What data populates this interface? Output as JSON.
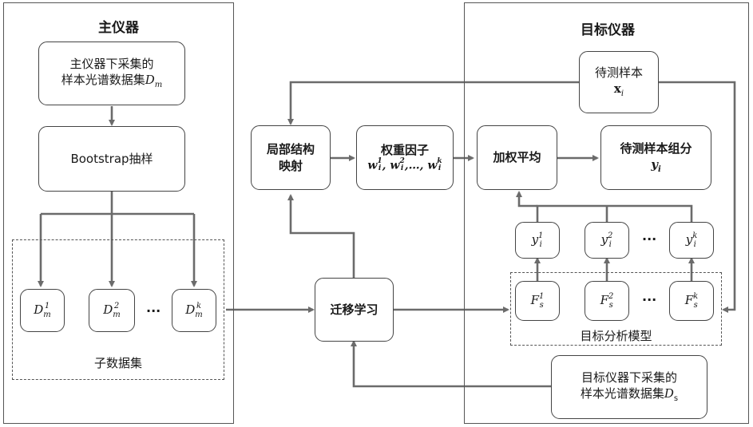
{
  "main_instrument": {
    "title": "主仪器",
    "dataset_line1": "主仪器下采集的",
    "dataset_line2": "样本光谱数据集",
    "dataset_sym": "D",
    "dataset_sub": "m",
    "bootstrap": "Bootstrap抽样",
    "subsets": [
      {
        "base": "D",
        "sup": "1",
        "sub": "m"
      },
      {
        "base": "D",
        "sup": "2",
        "sub": "m"
      },
      {
        "base": "D",
        "sup": "k",
        "sub": "m"
      }
    ],
    "ellipsis": "···",
    "subsets_label": "子数据集"
  },
  "center": {
    "local_mapping_line1": "局部结构",
    "local_mapping_line2": "映射",
    "weights_title": "权重因子",
    "weights_formula": "w",
    "weights_formula_full": "w_i^1, w_i^2, …, w_i^k",
    "transfer": "迁移学习"
  },
  "target_instrument": {
    "title": "目标仪器",
    "sample_line1": "待测样本",
    "sample_sym": "x",
    "sample_sub": "i",
    "weighted_avg": "加权平均",
    "component_line1": "待测样本组分",
    "component_sym": "y",
    "component_sub": "i",
    "predictions": [
      {
        "base": "y",
        "sup": "1",
        "sub": "i"
      },
      {
        "base": "y",
        "sup": "2",
        "sub": "i"
      },
      {
        "base": "y",
        "sup": "k",
        "sub": "i"
      }
    ],
    "models": [
      {
        "base": "F",
        "sup": "1",
        "sub": "s"
      },
      {
        "base": "F",
        "sup": "2",
        "sub": "s"
      },
      {
        "base": "F",
        "sup": "k",
        "sub": "s"
      }
    ],
    "ellipsis": "···",
    "models_label": "目标分析模型",
    "dataset_line1": "目标仪器下采集的",
    "dataset_line2": "样本光谱数据集",
    "dataset_sym": "D",
    "dataset_sub": "s"
  },
  "colors": {
    "arrow": "#6b6b6b",
    "border": "#444444"
  }
}
